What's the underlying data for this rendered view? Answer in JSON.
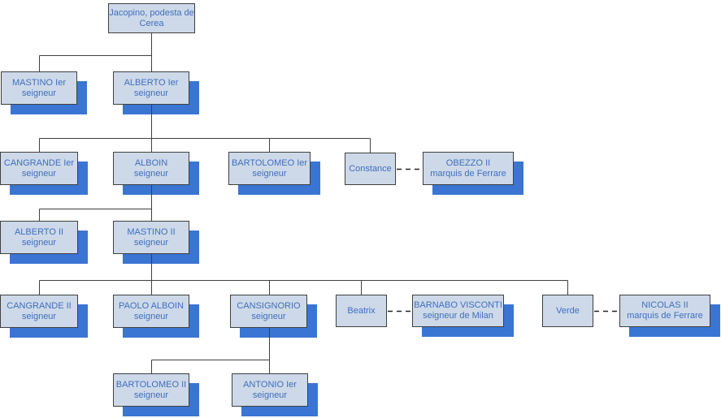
{
  "colors": {
    "node_fill": "#CDD9E8",
    "node_border": "#3F3F3F",
    "node_shadow": "#3A75D3",
    "node_text": "#3F6EBF",
    "connector": "#3F3F3F"
  },
  "nodes": {
    "jacopino": {
      "name": "Jacopino, podesta de Cerea",
      "title": ""
    },
    "mastino1": {
      "name": "MASTINO Ier",
      "title": "seigneur"
    },
    "alberto1": {
      "name": "ALBERTO Ier",
      "title": "seigneur"
    },
    "cangrande1": {
      "name": "CANGRANDE Ier",
      "title": "seigneur"
    },
    "alboin": {
      "name": "ALBOIN",
      "title": "seigneur"
    },
    "bartolomeo1": {
      "name": "BARTOLOMEO Ier",
      "title": "seigneur"
    },
    "constance": {
      "name": "Constance",
      "title": ""
    },
    "obezzo2": {
      "name": "OBEZZO II",
      "title": "marquis de Ferrare"
    },
    "alberto2": {
      "name": "ALBERTO II",
      "title": "seigneur"
    },
    "mastino2": {
      "name": "MASTINO II",
      "title": "seigneur"
    },
    "cangrande2": {
      "name": "CANGRANDE II",
      "title": "seigneur"
    },
    "paolo_alboin": {
      "name": "PAOLO ALBOIN",
      "title": "seigneur"
    },
    "cansignorio": {
      "name": "CANSIGNORIO",
      "title": "seigneur"
    },
    "beatrix": {
      "name": "Beatrix",
      "title": ""
    },
    "barnabo": {
      "name": "BARNABO VISCONTI",
      "title": "seigneur de Milan"
    },
    "verde": {
      "name": "Verde",
      "title": ""
    },
    "nicolas2": {
      "name": "NICOLAS II",
      "title": "marquis de Ferrare"
    },
    "bartolomeo2": {
      "name": "BARTOLOMEO II",
      "title": "seigneur"
    },
    "antonio": {
      "name": "ANTONIO Ier",
      "title": "seigneur"
    }
  },
  "edges": {
    "parent_child": [
      [
        "jacopino",
        "mastino1"
      ],
      [
        "jacopino",
        "alberto1"
      ],
      [
        "alberto1",
        "cangrande1"
      ],
      [
        "alberto1",
        "alboin"
      ],
      [
        "alberto1",
        "bartolomeo1"
      ],
      [
        "alberto1",
        "constance"
      ],
      [
        "alboin",
        "alberto2"
      ],
      [
        "alboin",
        "mastino2"
      ],
      [
        "mastino2",
        "cangrande2"
      ],
      [
        "mastino2",
        "paolo_alboin"
      ],
      [
        "mastino2",
        "cansignorio"
      ],
      [
        "mastino2",
        "beatrix"
      ],
      [
        "mastino2",
        "verde"
      ],
      [
        "cansignorio",
        "bartolomeo2"
      ],
      [
        "cansignorio",
        "antonio"
      ]
    ],
    "marriage": [
      [
        "constance",
        "obezzo2"
      ],
      [
        "beatrix",
        "barnabo"
      ],
      [
        "verde",
        "nicolas2"
      ]
    ]
  }
}
